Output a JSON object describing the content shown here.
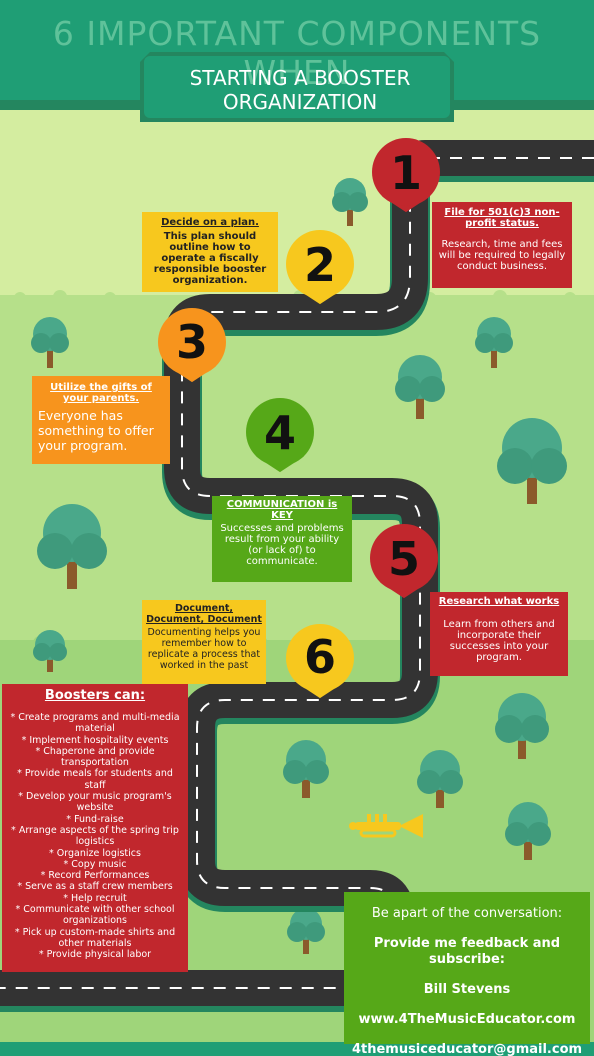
{
  "title": {
    "line1": "6 IMPORTANT COMPONENTS WHEN",
    "line2": "STARTING A BOOSTER ORGANIZATION"
  },
  "steps": [
    {
      "number": "1",
      "color": "#c1272d"
    },
    {
      "number": "2",
      "color": "#f7c81e"
    },
    {
      "number": "3",
      "color": "#f7941d"
    },
    {
      "number": "4",
      "color": "#56a818"
    },
    {
      "number": "5",
      "color": "#c1272d"
    },
    {
      "number": "6",
      "color": "#f7c81e"
    }
  ],
  "boxes": {
    "file501c3": {
      "title": "File for 501(c)3 non-profit status.",
      "body": "Research, time and fees will be required to legally conduct business."
    },
    "plan": {
      "title": "Decide on a plan.",
      "body": "This plan should outline how to operate a fiscally responsible booster organization."
    },
    "parents": {
      "title": "Utilize the gifts of your parents.",
      "body": "Everyone has something to offer your program."
    },
    "communication": {
      "title": "COMMUNICATION is KEY",
      "body": "Successes and problems result from your ability (or lack of) to communicate."
    },
    "research": {
      "title": "Research what works",
      "body": "Learn from others and incorporate their successes into your program."
    },
    "document": {
      "title": "Document, Document, Document",
      "body": "Documenting helps you remember how to replicate a process that worked in the past"
    }
  },
  "boosters": {
    "title": "Boosters can:",
    "items": [
      "* Create programs and multi-media material",
      "* Implement hospitality events",
      "* Chaperone and provide transportation",
      "* Provide meals for students and staff",
      "* Develop your music program's website",
      "* Fund-raise",
      "* Arrange aspects of the spring trip logistics",
      "* Organize logistics",
      "* Copy music",
      "* Record Performances",
      "* Serve as a staff crew members",
      "* Help recruit",
      "* Communicate with other school organizations",
      "* Pick up custom-made shirts and other materials",
      "* Provide physical labor"
    ]
  },
  "contact": {
    "intro": "Be apart of the conversation:",
    "cta": "Provide me feedback and subscribe:",
    "name": "Bill Stevens",
    "website": "www.4TheMusicEducator.com",
    "email": "4themusiceducator@gmail.com"
  },
  "icons": {
    "tree": "tree-icon",
    "trumpet": "trumpet-icon",
    "pin": "map-pin-icon"
  },
  "colors": {
    "header": "#1f9e75",
    "title_text": "#5fc29a",
    "road": "#333333",
    "sky": "#d4eda0",
    "grass": "#9fd57a",
    "red": "#c1272d",
    "yellow": "#f7c81e",
    "orange": "#f7941d",
    "green": "#56a818"
  }
}
